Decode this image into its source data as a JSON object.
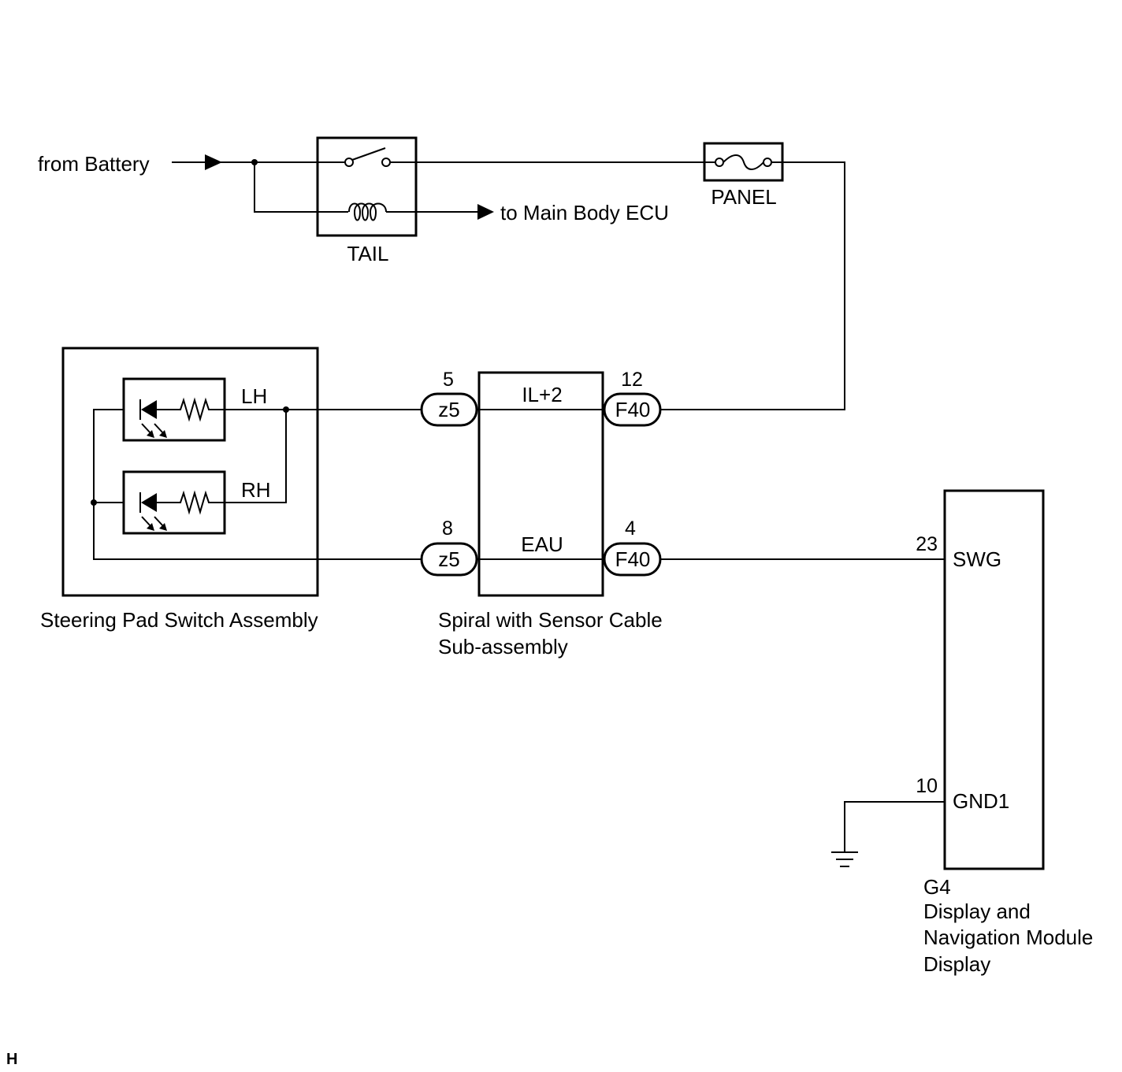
{
  "labels": {
    "from_battery": "from Battery",
    "to_main_body_ecu": "to Main Body ECU",
    "tail": "TAIL",
    "panel": "PANEL",
    "lh": "LH",
    "rh": "RH",
    "il2": "IL+2",
    "eau": "EAU",
    "swg": "SWG",
    "gnd1": "GND1",
    "steering_pad": "Steering Pad Switch Assembly",
    "spiral_line1": "Spiral with Sensor Cable",
    "spiral_line2": "Sub-assembly",
    "g4": "G4",
    "display_line1": "Display and",
    "display_line2": "Navigation Module",
    "display_line3": "Display",
    "corner_mark": "H"
  },
  "connectors": {
    "z5_top": "z5",
    "z5_bottom": "z5",
    "f40_top": "F40",
    "f40_bottom": "F40"
  },
  "pins": {
    "z5_top": "5",
    "z5_bottom": "8",
    "f40_top": "12",
    "f40_bottom": "4",
    "swg": "23",
    "gnd1": "10"
  }
}
